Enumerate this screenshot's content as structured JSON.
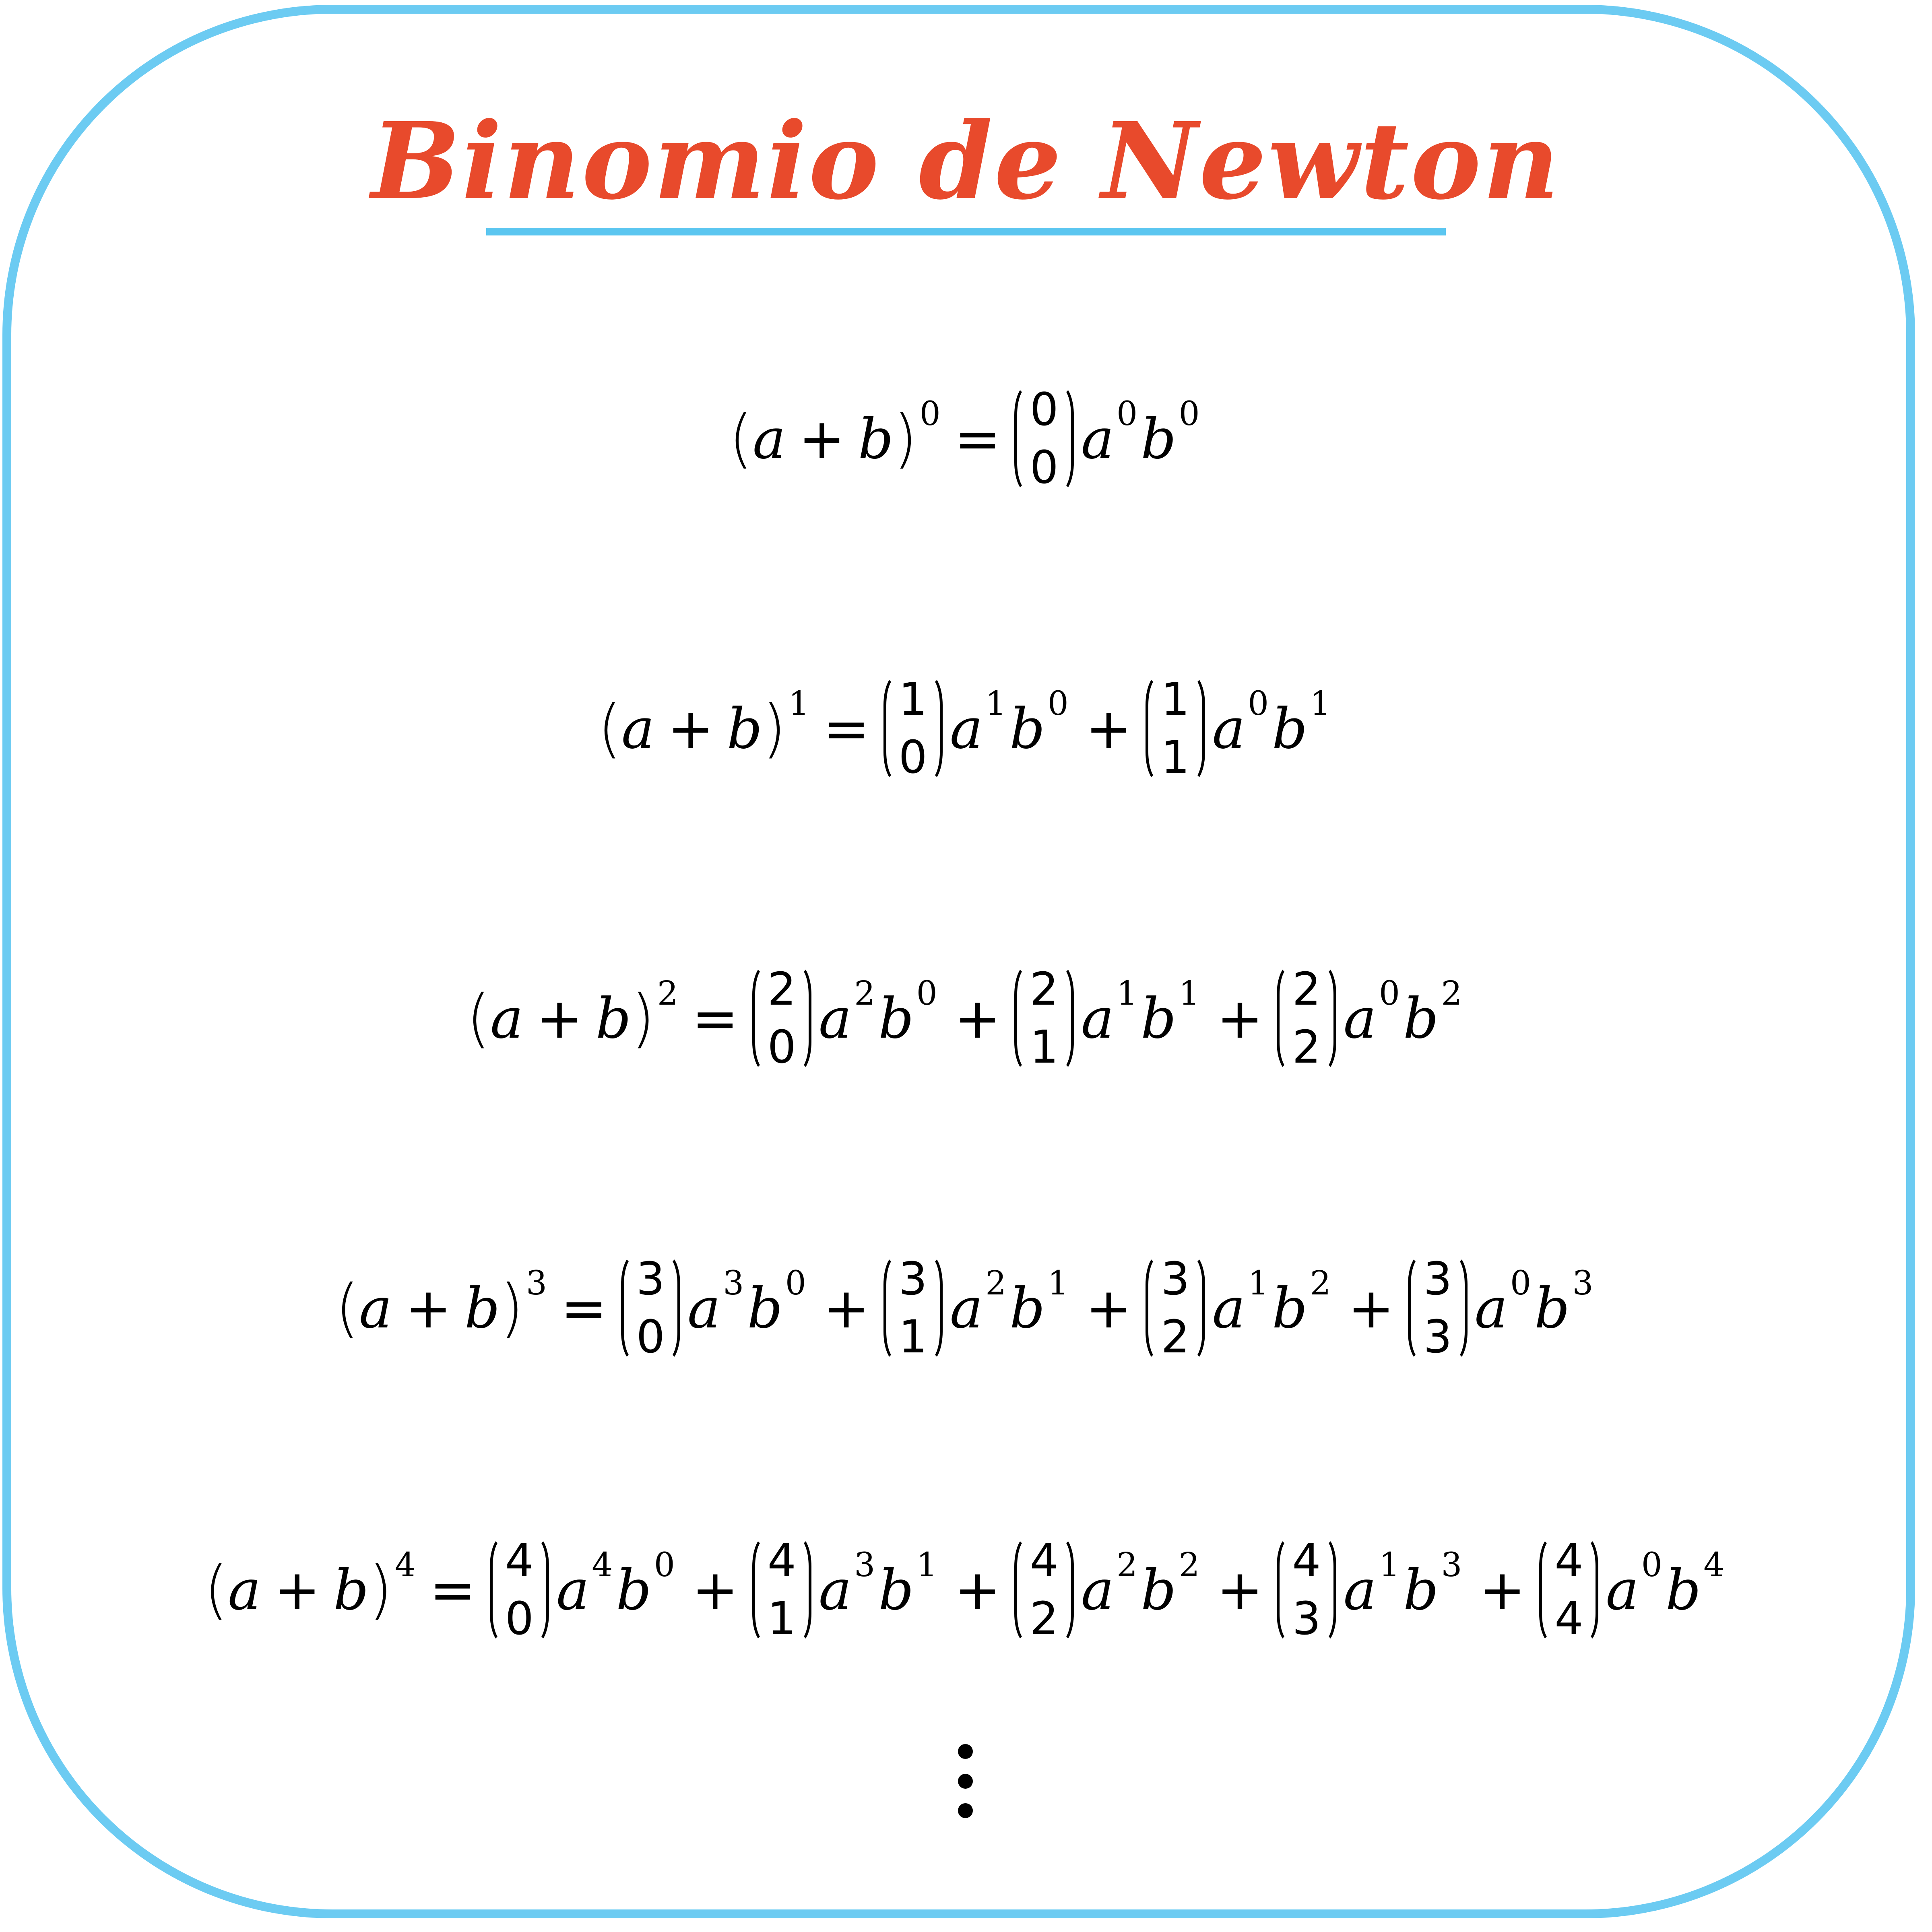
{
  "title": "Binomio de Newton",
  "colors": {
    "title": "#e84a2c",
    "accent_blue": "#6ccbf2",
    "text": "#000000",
    "background": "#ffffff"
  },
  "symbols": {
    "open_paren": "(",
    "close_paren": ")",
    "plus": "+",
    "equals": "=",
    "var_a": "a",
    "var_b": "b"
  },
  "equations": [
    {
      "power": "0",
      "terms": [
        {
          "n": "0",
          "k": "0",
          "a_exp": "0",
          "b_exp": "0"
        }
      ]
    },
    {
      "power": "1",
      "terms": [
        {
          "n": "1",
          "k": "0",
          "a_exp": "1",
          "b_exp": "0"
        },
        {
          "n": "1",
          "k": "1",
          "a_exp": "0",
          "b_exp": "1"
        }
      ]
    },
    {
      "power": "2",
      "terms": [
        {
          "n": "2",
          "k": "0",
          "a_exp": "2",
          "b_exp": "0"
        },
        {
          "n": "2",
          "k": "1",
          "a_exp": "1",
          "b_exp": "1"
        },
        {
          "n": "2",
          "k": "2",
          "a_exp": "0",
          "b_exp": "2"
        }
      ]
    },
    {
      "power": "3",
      "terms": [
        {
          "n": "3",
          "k": "0",
          "a_exp": "3",
          "b_exp": "0"
        },
        {
          "n": "3",
          "k": "1",
          "a_exp": "2",
          "b_exp": "1"
        },
        {
          "n": "3",
          "k": "2",
          "a_exp": "1",
          "b_exp": "2"
        },
        {
          "n": "3",
          "k": "3",
          "a_exp": "0",
          "b_exp": "3"
        }
      ]
    },
    {
      "power": "4",
      "terms": [
        {
          "n": "4",
          "k": "0",
          "a_exp": "4",
          "b_exp": "0"
        },
        {
          "n": "4",
          "k": "1",
          "a_exp": "3",
          "b_exp": "1"
        },
        {
          "n": "4",
          "k": "2",
          "a_exp": "2",
          "b_exp": "2"
        },
        {
          "n": "4",
          "k": "3",
          "a_exp": "1",
          "b_exp": "3"
        },
        {
          "n": "4",
          "k": "4",
          "a_exp": "0",
          "b_exp": "4"
        }
      ]
    }
  ],
  "continuation": "vertical-ellipsis"
}
